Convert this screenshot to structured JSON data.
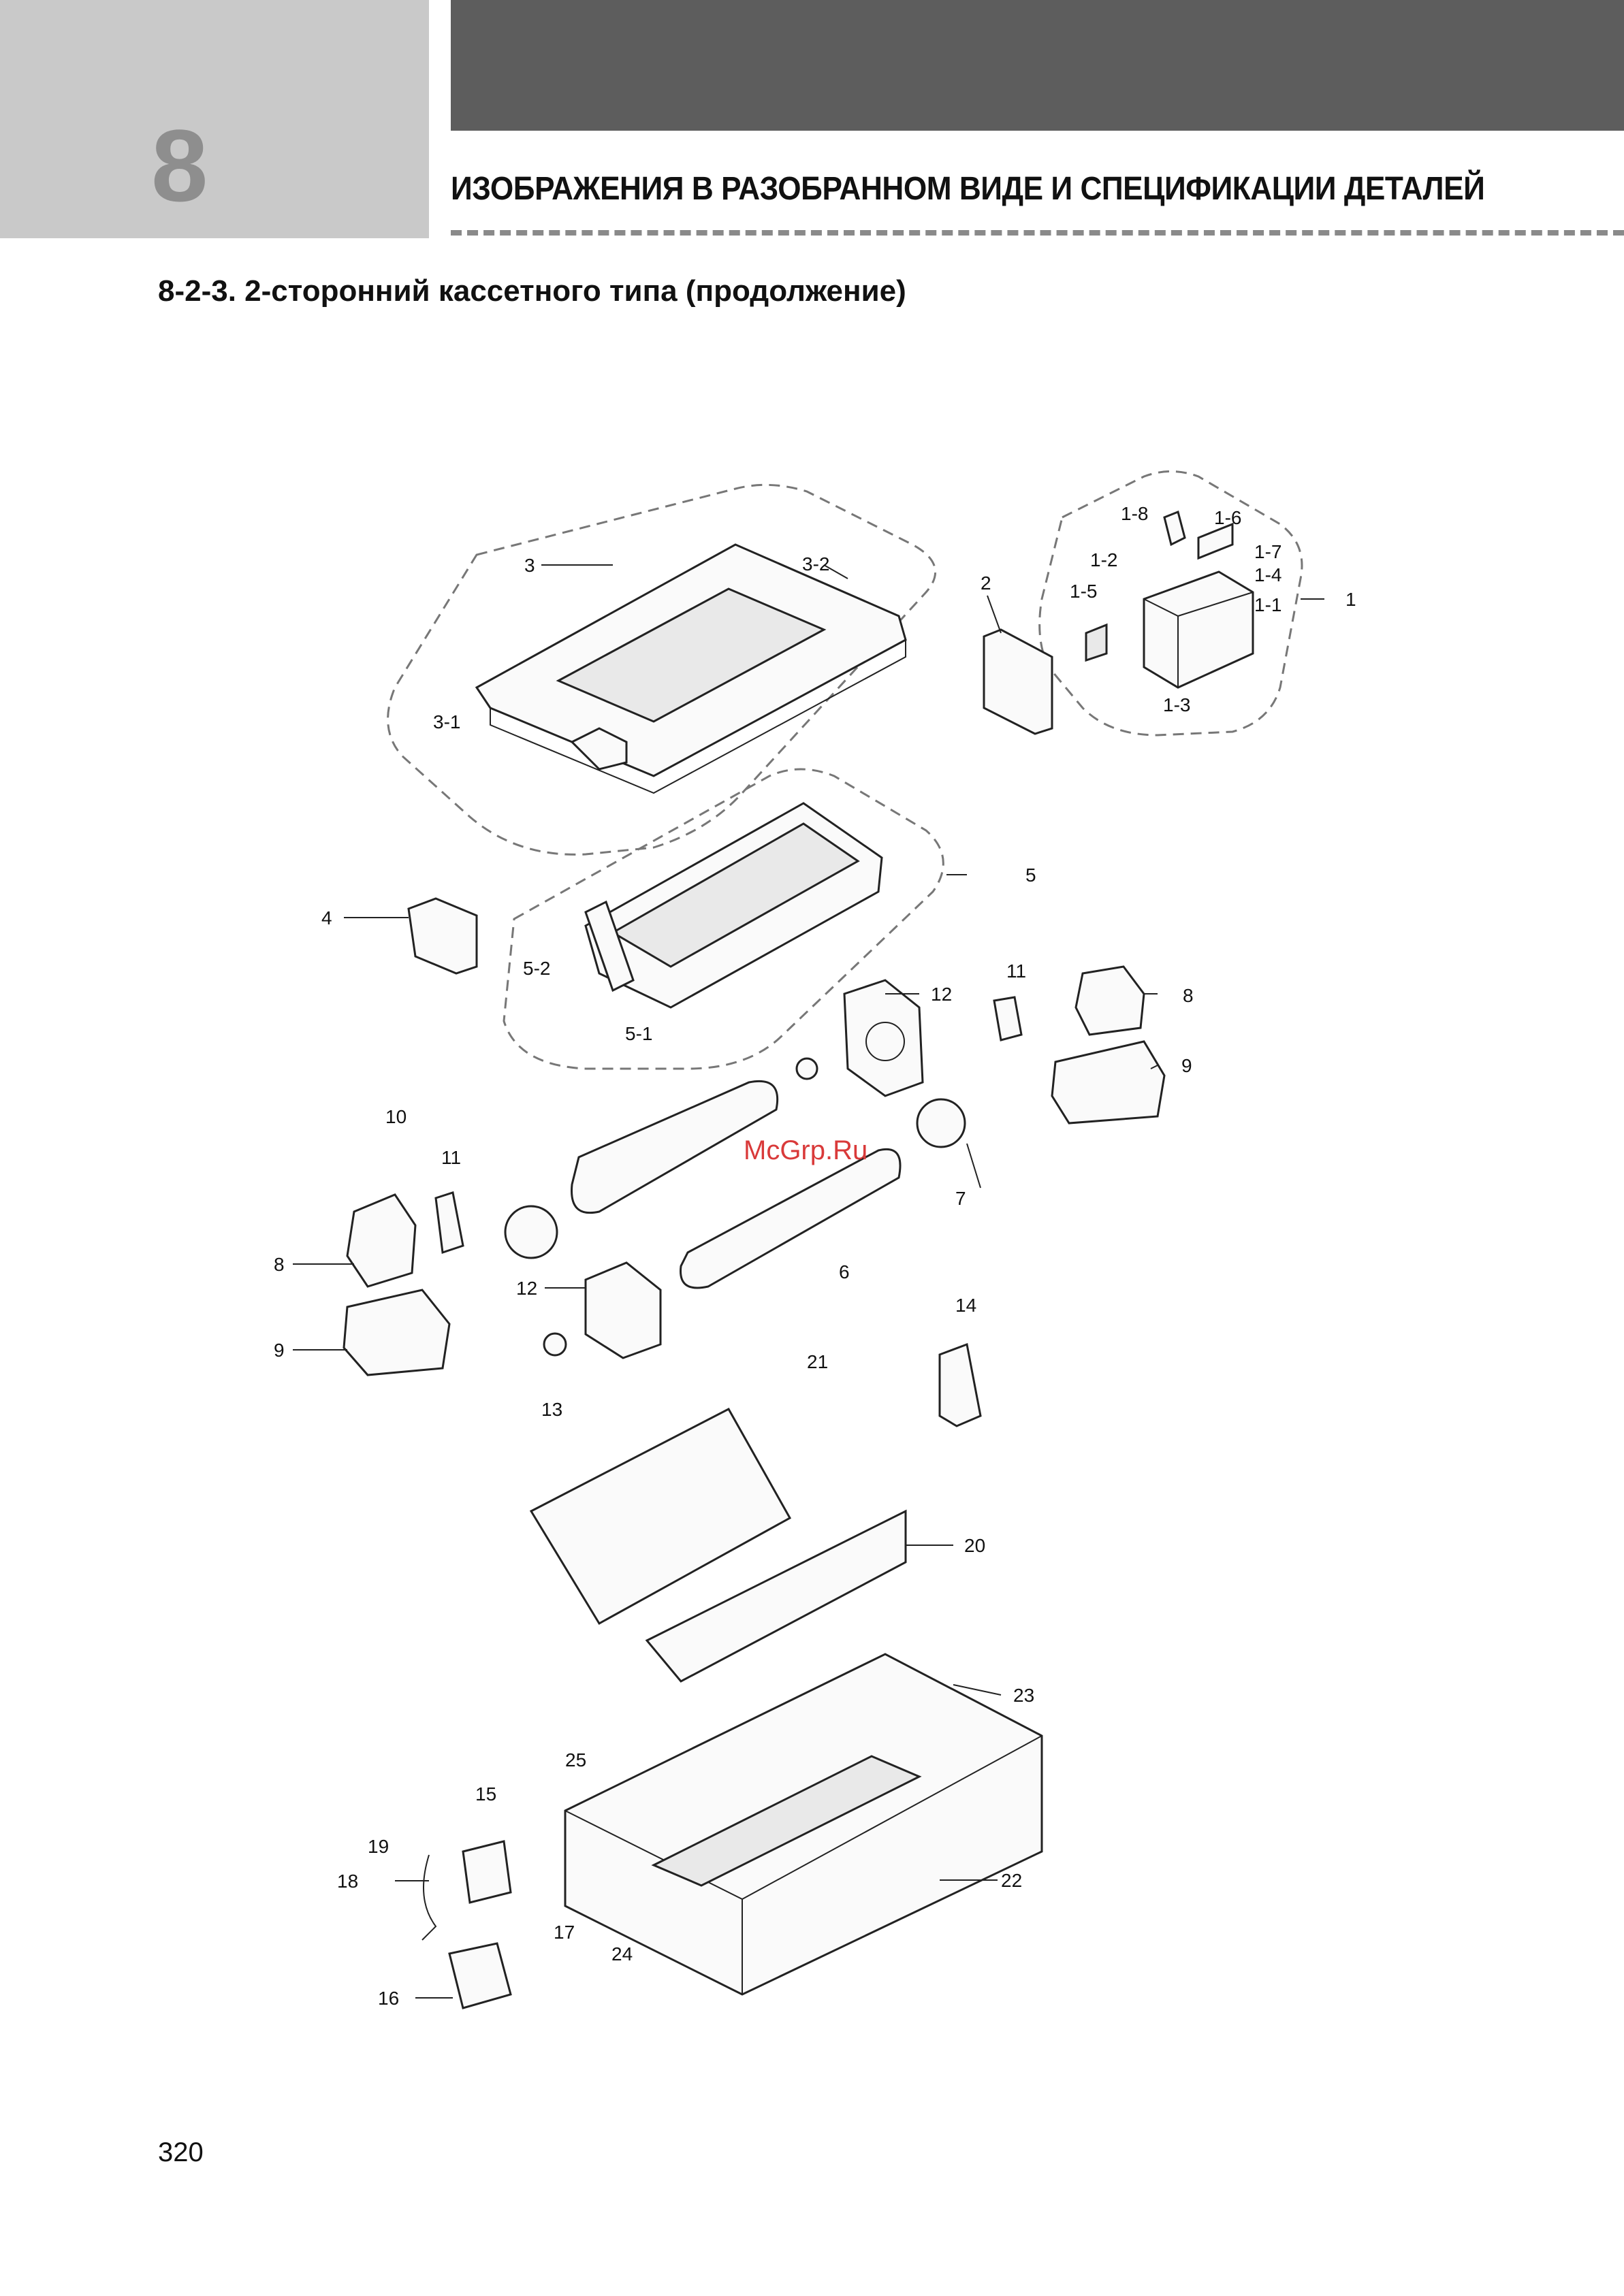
{
  "header": {
    "chapter_number": "8",
    "chapter_title": "ИЗОБРАЖЕНИЯ В РАЗОБРАННОМ ВИДЕ И СПЕЦИФИКАЦИИ ДЕТАЛЕЙ"
  },
  "section_title": "8-2-3. 2-сторонний кассетного типа (продолжение)",
  "watermark": "McGrp.Ru",
  "page_number": "320",
  "callouts": [
    "1",
    "1-1",
    "1-2",
    "1-3",
    "1-4",
    "1-5",
    "1-6",
    "1-7",
    "1-8",
    "2",
    "3",
    "3-1",
    "3-2",
    "4",
    "5",
    "5-1",
    "5-2",
    "6",
    "7",
    "8",
    "9",
    "10",
    "11",
    "12",
    "13",
    "14",
    "15",
    "16",
    "17",
    "18",
    "19",
    "20",
    "21",
    "22",
    "23",
    "24",
    "25"
  ],
  "colors": {
    "chapter_box": "#c9c9c9",
    "top_bar": "#5d5d5d",
    "dash": "#8a8a8a",
    "watermark": "#d93a3a"
  }
}
